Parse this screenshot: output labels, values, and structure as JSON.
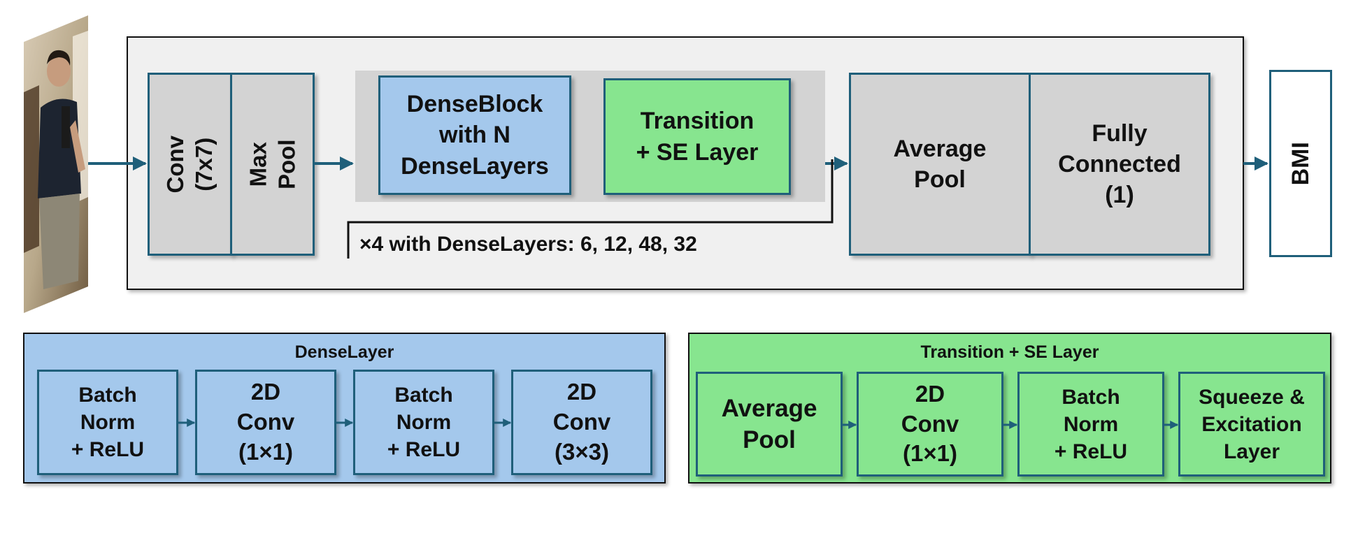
{
  "main_pipeline": {
    "conv": "Conv\n(7x7)",
    "maxpool": "Max Pool",
    "denseblock": "DenseBlock\nwith N\nDenseLayers",
    "transition": "Transition\n+ SE Layer",
    "repeat_note": "×4 with DenseLayers: 6, 12, 48, 32",
    "avgpool": "Average\nPool",
    "fc": "Fully\nConnected\n(1)",
    "output": "BMI"
  },
  "dense_layer": {
    "title": "DenseLayer",
    "steps": [
      "Batch\nNorm\n+ ReLU",
      "2D\nConv\n(1×1)",
      "Batch\nNorm\n+ ReLU",
      "2D\nConv\n(3×3)"
    ]
  },
  "transition_se": {
    "title": "Transition + SE Layer",
    "steps": [
      "Average\nPool",
      "2D\nConv\n(1×1)",
      "Batch\nNorm\n+ ReLU",
      "Squeeze &\nExcitation\nLayer"
    ]
  },
  "colors": {
    "border": "#1f5f7a",
    "gray_block": "#d3d3d3",
    "blue_block": "#a4c8ec",
    "green_block": "#87e58f",
    "main_panel": "#f0f0f0"
  }
}
